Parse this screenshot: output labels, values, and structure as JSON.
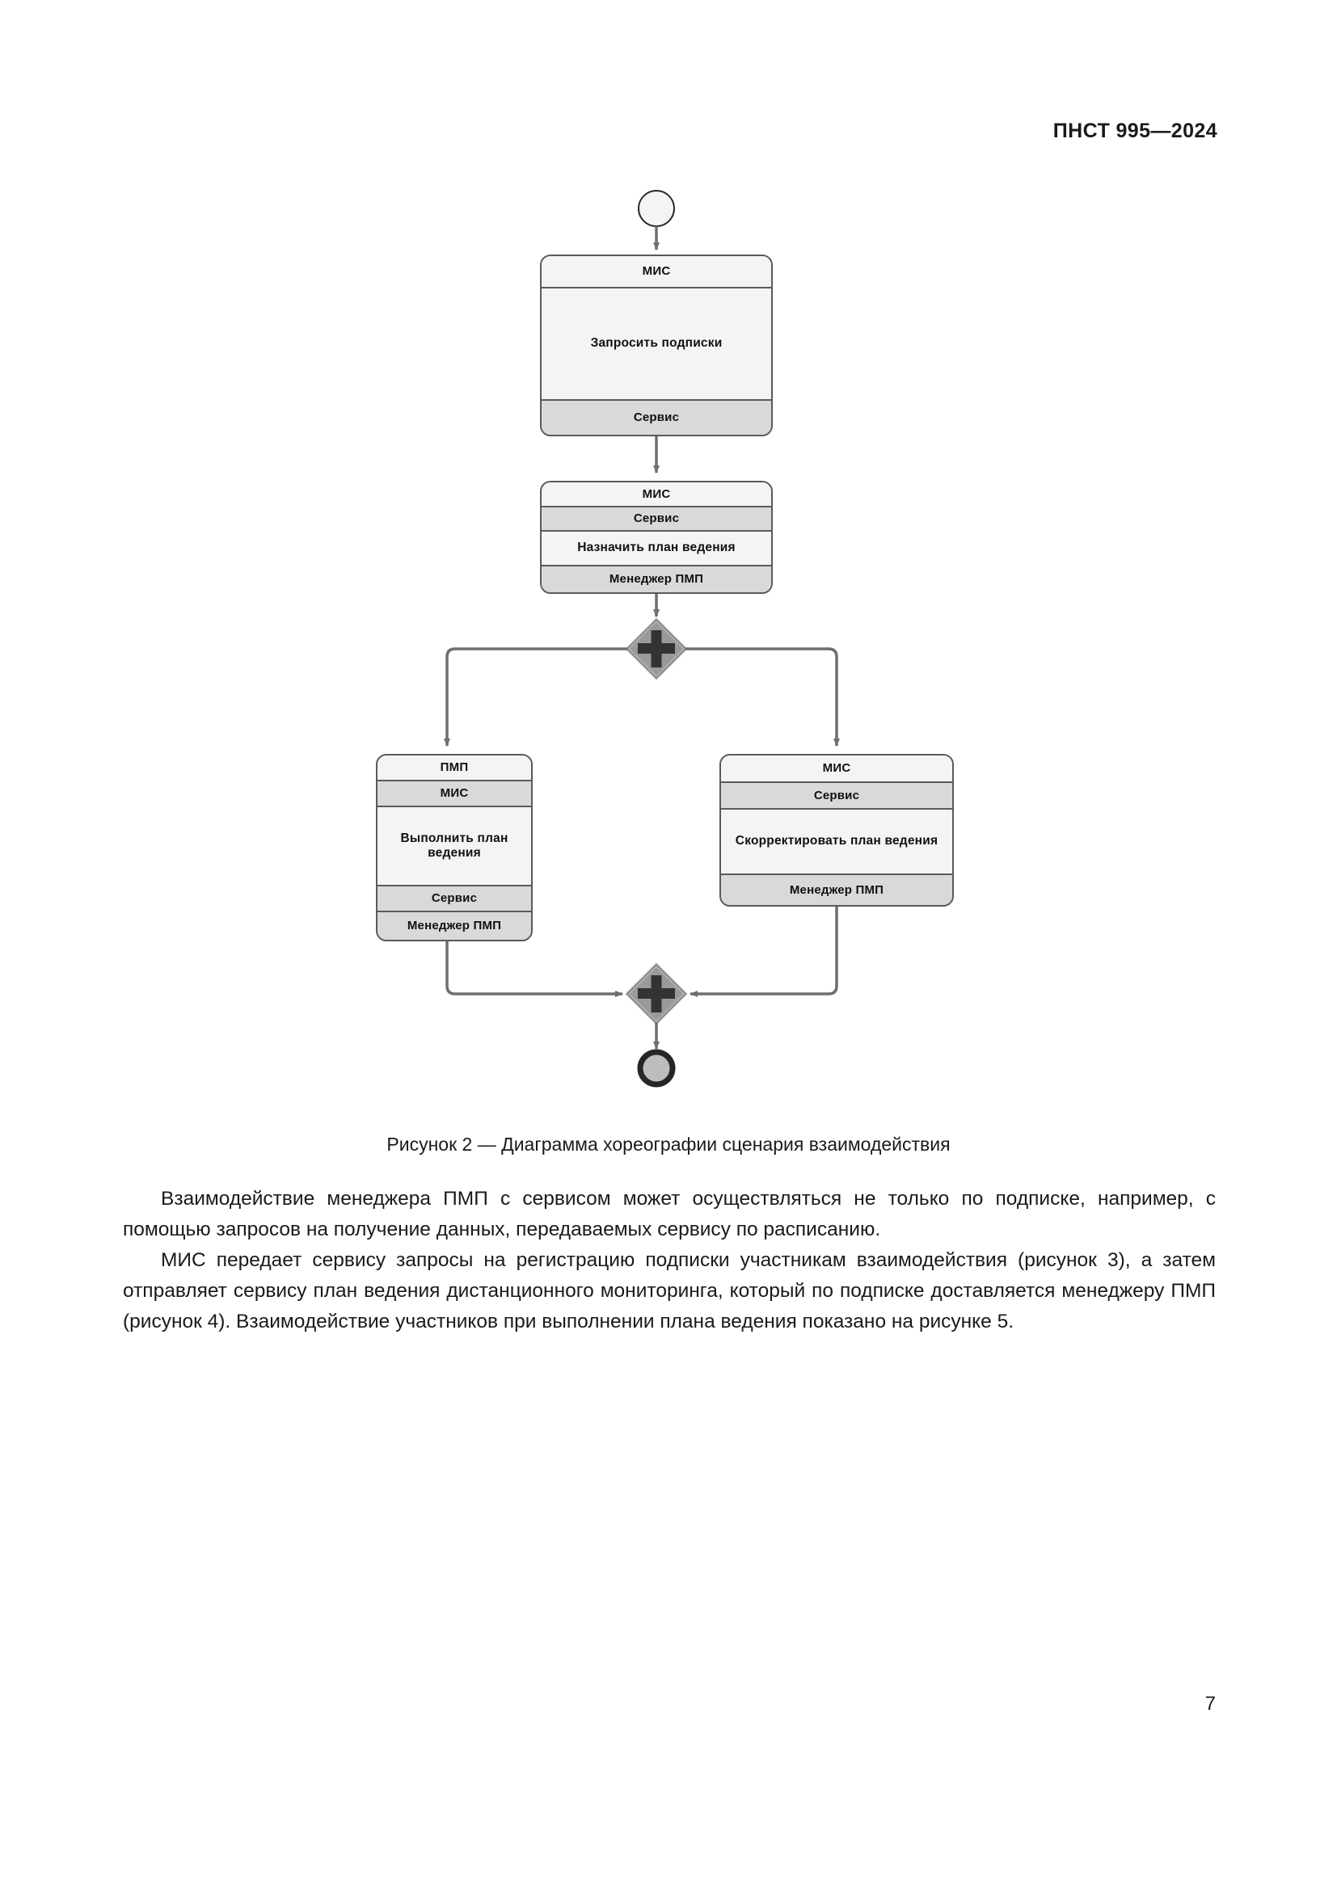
{
  "header": {
    "standard_number": "ПНСТ 995—2024"
  },
  "figure": {
    "caption": "Рисунок 2 — Диаграмма хореографии сценария взаимодействия",
    "start_event": "start-event",
    "end_event": "end-event",
    "gateways": [
      {
        "id": "split",
        "type": "parallel",
        "symbol": "+"
      },
      {
        "id": "join",
        "type": "parallel",
        "symbol": "+"
      }
    ],
    "tasks": [
      {
        "id": "request-subscriptions",
        "bands": [
          {
            "text": "МИС",
            "tone": "light",
            "role": "participant"
          },
          {
            "text": "Запросить подписки",
            "tone": "light",
            "role": "task-name"
          },
          {
            "text": "Сервис",
            "tone": "dark",
            "role": "participant"
          }
        ]
      },
      {
        "id": "assign-care-plan",
        "bands": [
          {
            "text": "МИС",
            "tone": "light",
            "role": "participant"
          },
          {
            "text": "Сервис",
            "tone": "dark",
            "role": "participant"
          },
          {
            "text": "Назначить план ведения",
            "tone": "light",
            "role": "task-name"
          },
          {
            "text": "Менеджер ПМП",
            "tone": "dark",
            "role": "participant"
          }
        ]
      },
      {
        "id": "execute-care-plan",
        "bands": [
          {
            "text": "ПМП",
            "tone": "light",
            "role": "participant"
          },
          {
            "text": "МИС",
            "tone": "dark",
            "role": "participant"
          },
          {
            "text": "Выполнить план ведения",
            "tone": "light",
            "role": "task-name"
          },
          {
            "text": "Сервис",
            "tone": "dark",
            "role": "participant"
          },
          {
            "text": "Менеджер ПМП",
            "tone": "dark",
            "role": "participant"
          }
        ]
      },
      {
        "id": "adjust-care-plan",
        "bands": [
          {
            "text": "МИС",
            "tone": "light",
            "role": "participant"
          },
          {
            "text": "Сервис",
            "tone": "dark",
            "role": "participant"
          },
          {
            "text": "Скорректировать план ведения",
            "tone": "light",
            "role": "task-name"
          },
          {
            "text": "Менеджер ПМП",
            "tone": "dark",
            "role": "participant"
          }
        ]
      }
    ],
    "colors": {
      "stroke": "#5a5a5a",
      "band_light": "#f4f4f4",
      "band_dark": "#d9d9d9",
      "gateway_fill": "#9a9a9a",
      "gateway_symbol": "#333333",
      "end_event_stroke": "#262626",
      "end_event_fill": "#bdbdbd"
    }
  },
  "content": {
    "paragraph_1": "Взаимодействие менеджера ПМП с сервисом может осуществляться не только по подписке, например, с помощью запросов на получение данных, передаваемых сервису по расписанию.",
    "paragraph_2": "МИС передает сервису запросы на регистрацию подписки участникам взаимодействия (рисунок 3), а затем отправляет сервису план ведения дистанционного мониторинга, который по подписке доставляется менеджеру ПМП (рисунок 4). Взаимодействие участников при выполнении плана ведения показано на рисунке 5."
  },
  "footer": {
    "page_number": "7"
  }
}
